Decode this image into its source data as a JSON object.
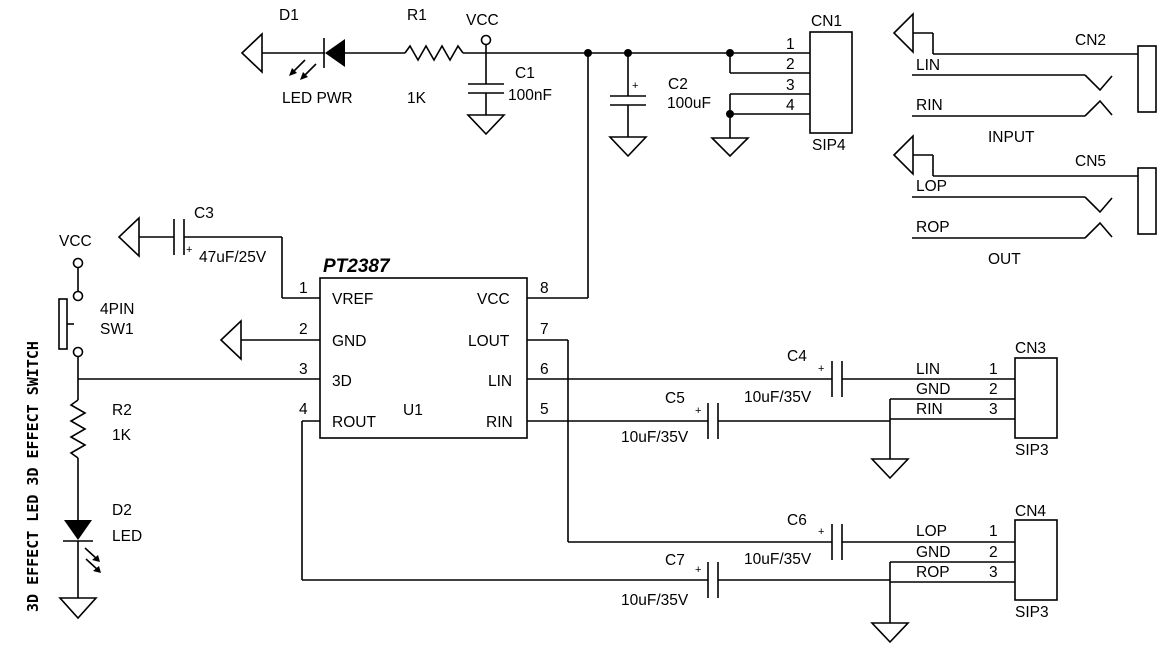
{
  "components": {
    "d1": {
      "ref": "D1",
      "value": "LED PWR"
    },
    "r1": {
      "ref": "R1",
      "value": "1K"
    },
    "c1": {
      "ref": "C1",
      "value": "100nF"
    },
    "c2": {
      "ref": "C2",
      "value": "100uF"
    },
    "c3": {
      "ref": "C3",
      "value": "47uF/25V"
    },
    "c4": {
      "ref": "C4",
      "value": "10uF/35V"
    },
    "c5": {
      "ref": "C5",
      "value": "10uF/35V"
    },
    "c6": {
      "ref": "C6",
      "value": "10uF/35V"
    },
    "c7": {
      "ref": "C7",
      "value": "10uF/35V"
    },
    "r2": {
      "ref": "R2",
      "value": "1K"
    },
    "d2": {
      "ref": "D2",
      "value": "LED"
    },
    "sw1": {
      "ref": "SW1",
      "value": "4PIN"
    }
  },
  "power": {
    "vcc": "VCC"
  },
  "ic": {
    "part": "PT2387",
    "ref": "U1",
    "pins": [
      {
        "num": "1",
        "name": "VREF"
      },
      {
        "num": "2",
        "name": "GND"
      },
      {
        "num": "3",
        "name": "3D"
      },
      {
        "num": "4",
        "name": "ROUT"
      },
      {
        "num": "5",
        "name": "RIN"
      },
      {
        "num": "6",
        "name": "LIN"
      },
      {
        "num": "7",
        "name": "LOUT"
      },
      {
        "num": "8",
        "name": "VCC"
      }
    ]
  },
  "connectors": {
    "cn1": {
      "ref": "CN1",
      "type": "SIP4",
      "pins": [
        "1",
        "2",
        "3",
        "4"
      ]
    },
    "cn2": {
      "ref": "CN2",
      "label": "INPUT",
      "lines": [
        "LIN",
        "RIN"
      ]
    },
    "cn5": {
      "ref": "CN5",
      "label": "OUT",
      "lines": [
        "LOP",
        "ROP"
      ]
    },
    "cn3": {
      "ref": "CN3",
      "type": "SIP3",
      "pins": [
        "1",
        "2",
        "3"
      ],
      "nets": [
        "LIN",
        "GND",
        "RIN"
      ]
    },
    "cn4": {
      "ref": "CN4",
      "type": "SIP3",
      "pins": [
        "1",
        "2",
        "3"
      ],
      "nets": [
        "LOP",
        "GND",
        "ROP"
      ]
    }
  },
  "side_title": "3D EFFECT LED 3D EFFECT SWITCH",
  "polarity_mark": "+"
}
